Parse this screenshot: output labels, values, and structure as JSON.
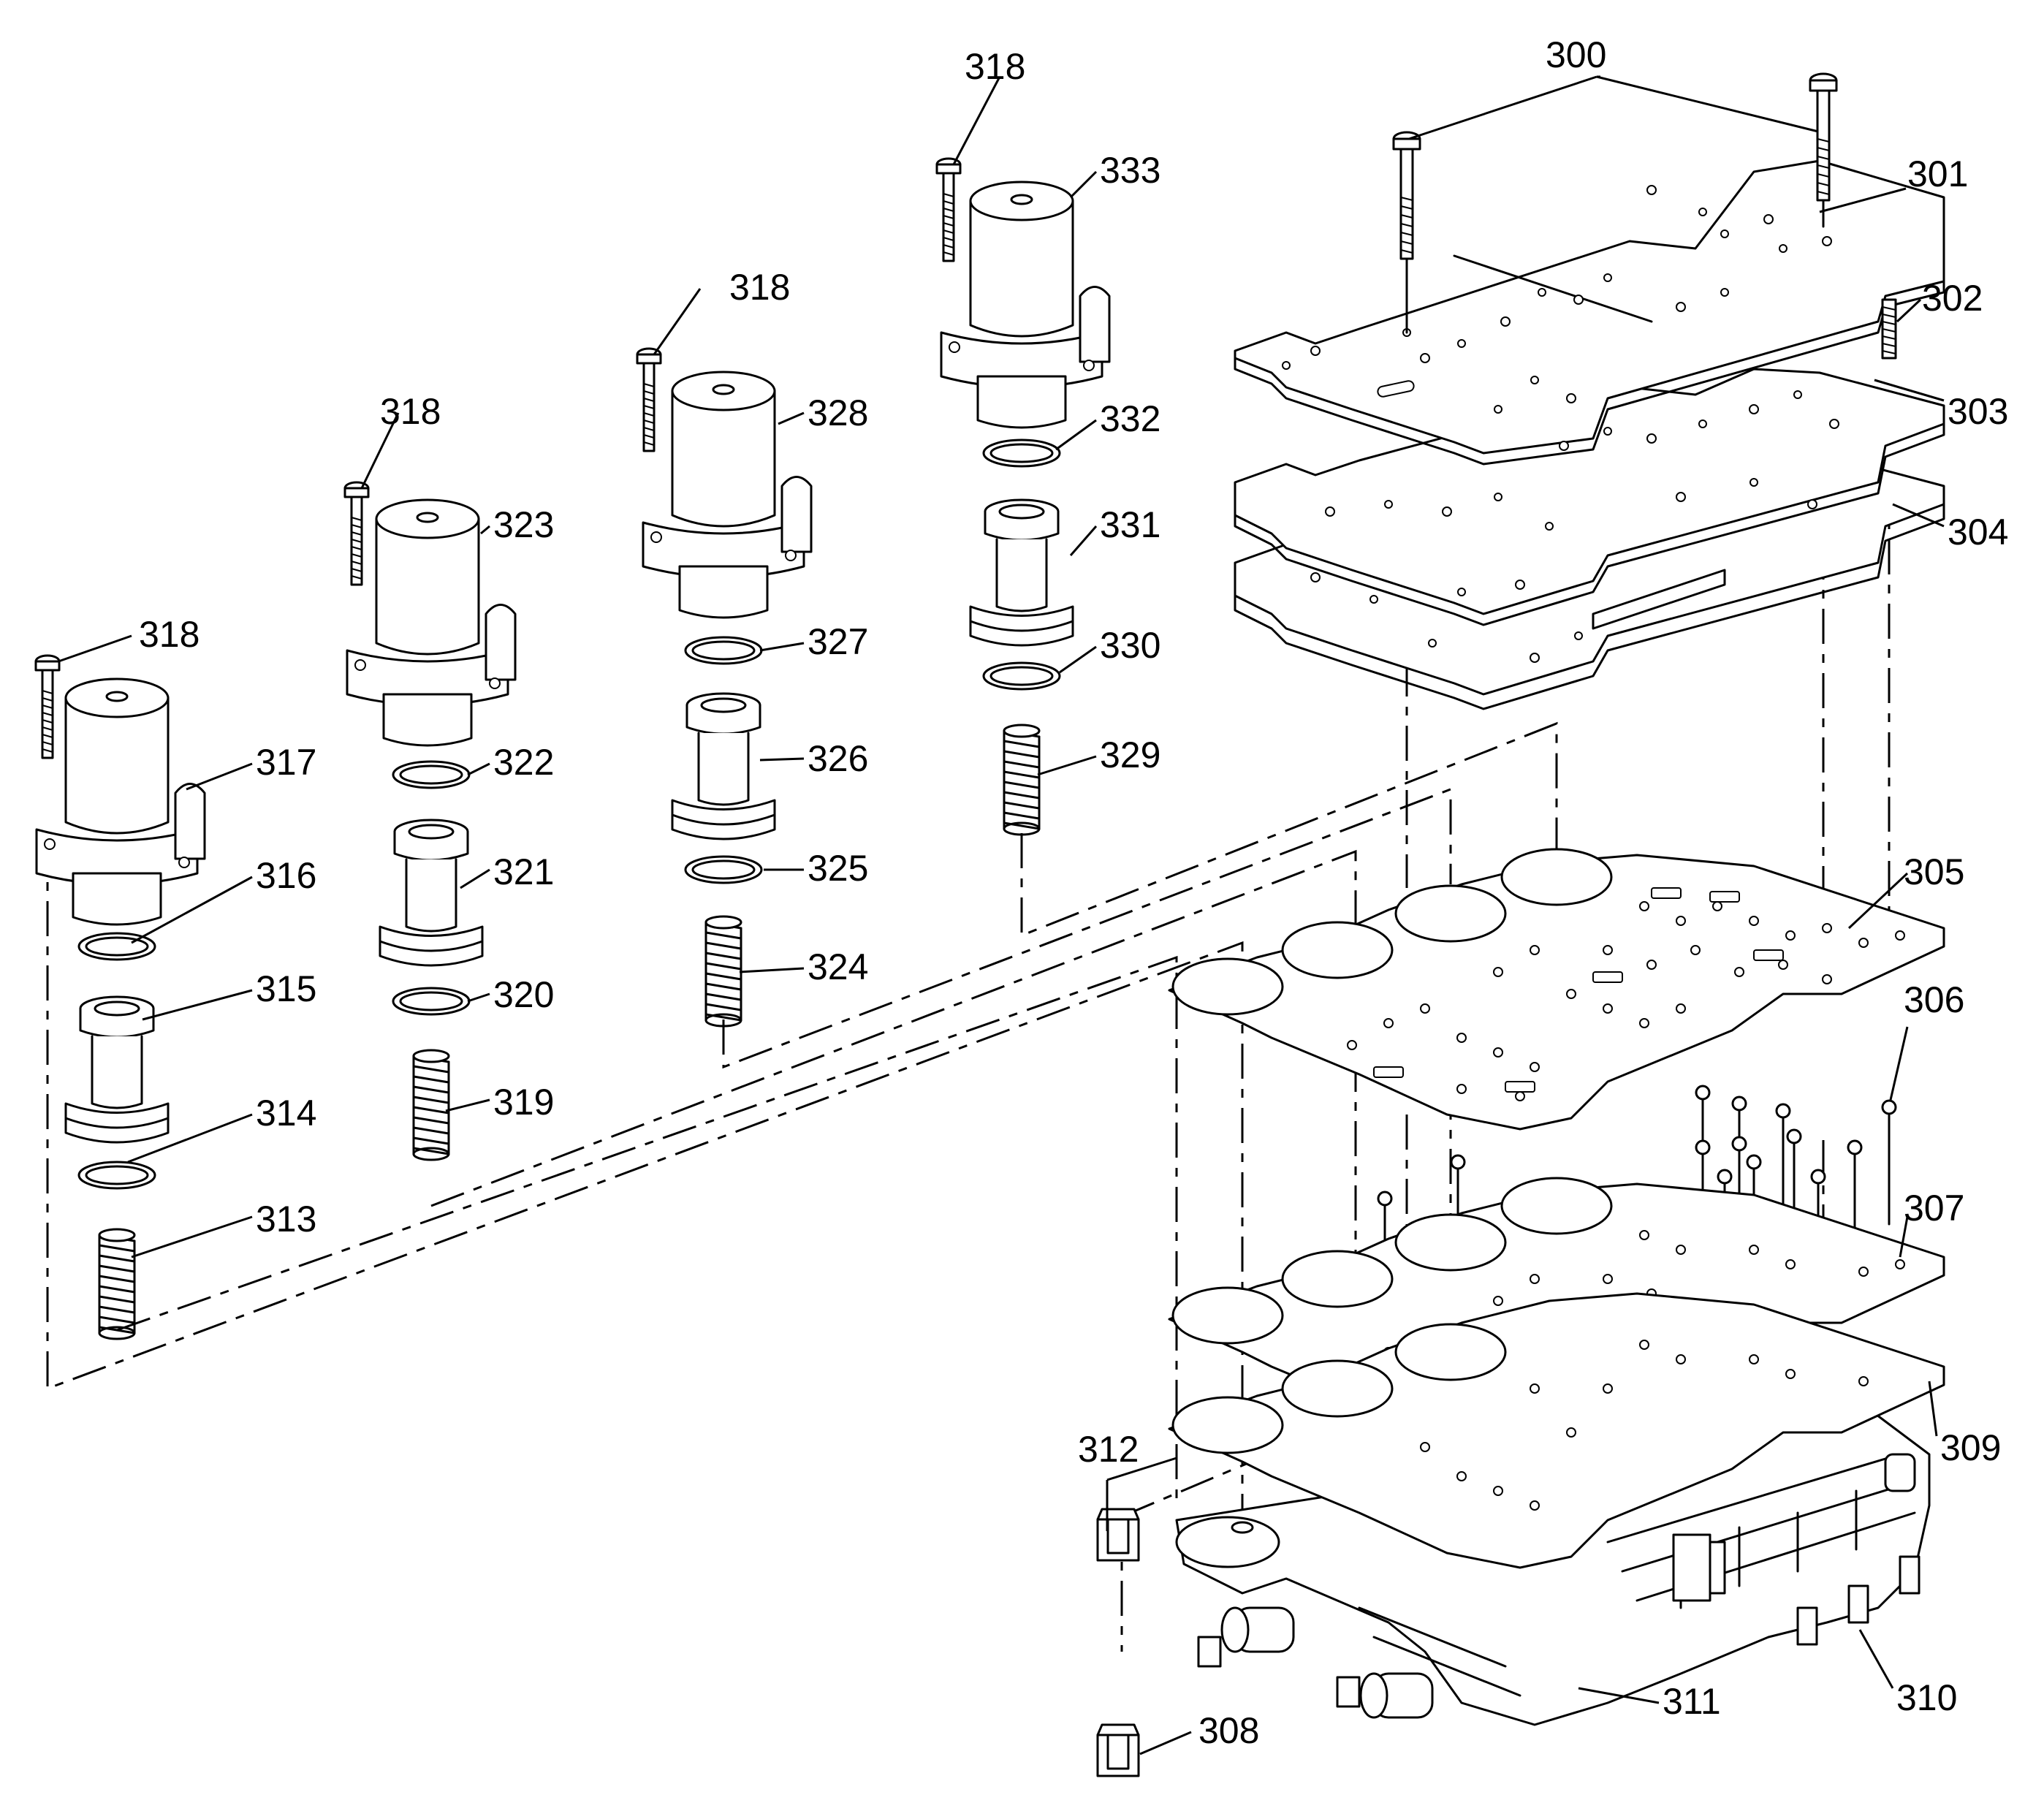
{
  "diagram": {
    "callouts": [
      "300",
      "301",
      "302",
      "303",
      "304",
      "305",
      "306",
      "307",
      "308",
      "309",
      "310",
      "311",
      "312",
      "313",
      "314",
      "315",
      "316",
      "317",
      "318",
      "318",
      "318",
      "318",
      "319",
      "320",
      "321",
      "322",
      "323",
      "324",
      "325",
      "326",
      "327",
      "328",
      "329",
      "330",
      "331",
      "332",
      "333"
    ]
  }
}
